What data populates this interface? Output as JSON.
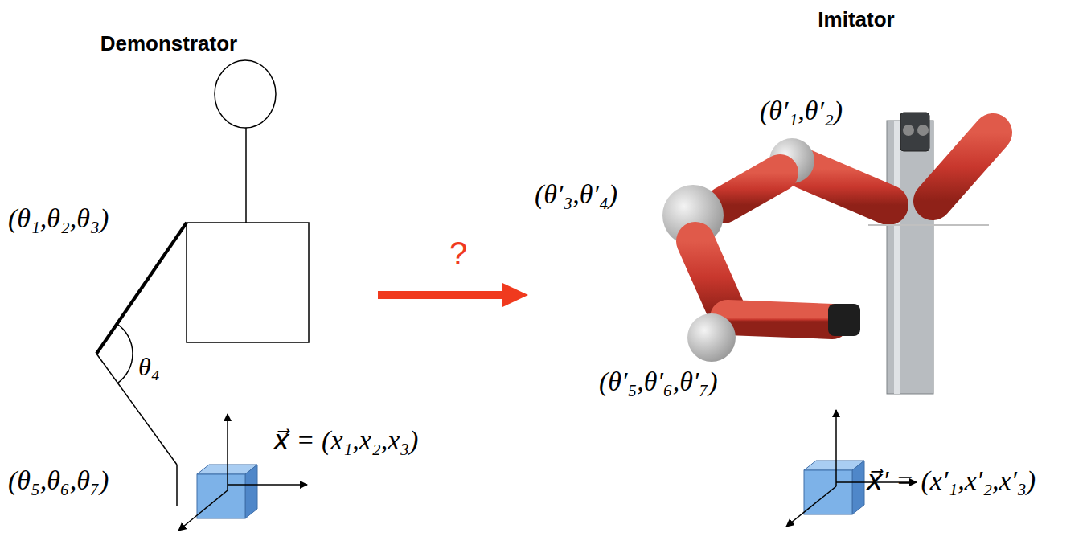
{
  "diagram": {
    "labels": [
      "Demonstrator",
      "Imitator",
      "(θ₁,θ₂,θ₃)",
      "θ₄",
      "(θ₅,θ₆,θ₇)",
      "x⃗ = (x₁,x₂,x₃)",
      "?",
      "(θ′₁,θ′₂)",
      "(θ′₃,θ′₄)",
      "(θ′₅,θ′₆,θ′₇)",
      "x⃗′ = (x′₁,x′₂,x′₃)"
    ]
  }
}
